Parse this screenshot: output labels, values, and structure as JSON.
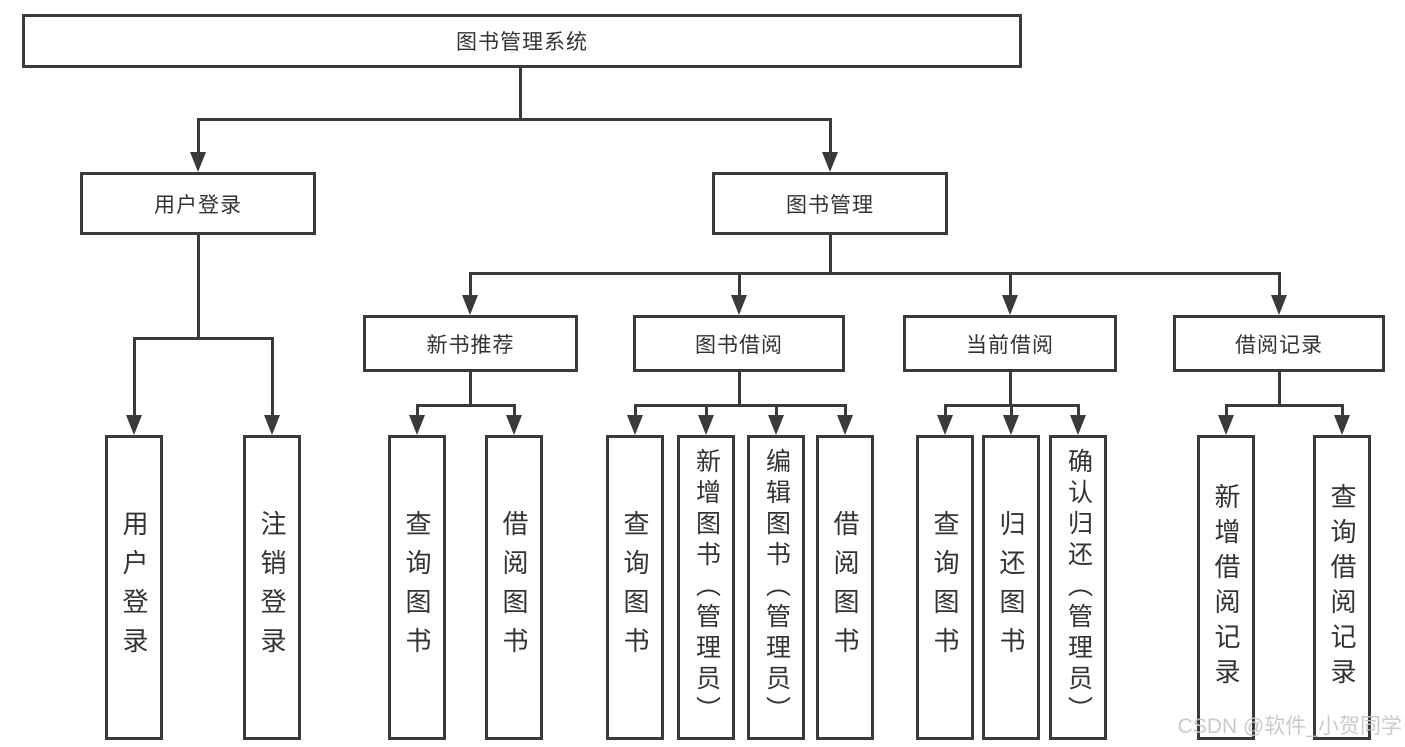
{
  "title": {
    "label": "图书管理系统"
  },
  "level2": {
    "user_login": {
      "label": "用户登录"
    },
    "book_mgmt": {
      "label": "图书管理"
    }
  },
  "level3": {
    "new_books": {
      "label": "新书推荐"
    },
    "book_borrow": {
      "label": "图书借阅"
    },
    "current_borrow": {
      "label": "当前借阅"
    },
    "borrow_records": {
      "label": "借阅记录"
    }
  },
  "leaves": {
    "user_login": [
      "用户登录",
      "注销登录"
    ],
    "new_books": [
      "查询图书",
      "借阅图书"
    ],
    "book_borrow": [
      "查询图书",
      "新增图书（管理员）",
      "编辑图书（管理员）",
      "借阅图书"
    ],
    "current_borrow": [
      "查询图书",
      "归还图书",
      "确认归还（管理员）"
    ],
    "borrow_records": [
      "新增借阅记录",
      "查询借阅记录"
    ]
  },
  "watermark": "CSDN @软件_小贺同学",
  "colors": {
    "line": "#3a3a3a",
    "text": "#333333",
    "background": "#ffffff",
    "watermark": "#c6c6c6"
  }
}
